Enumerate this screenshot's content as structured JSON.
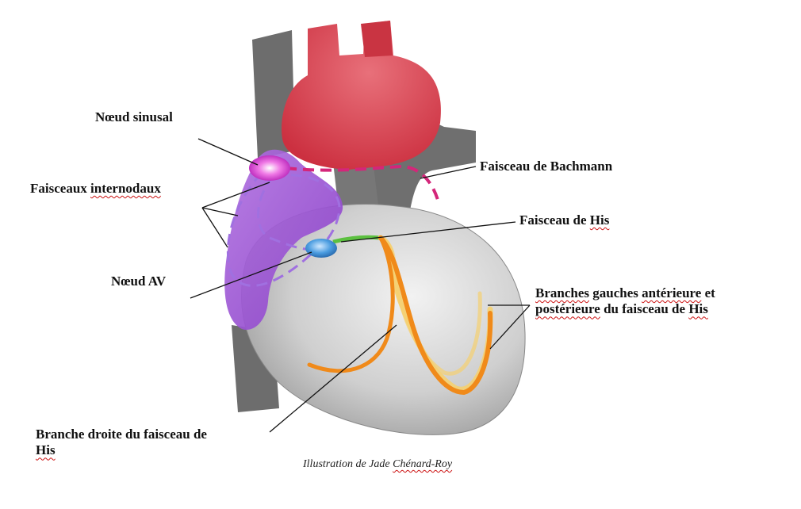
{
  "labels": {
    "sinus_node": "Nœud sinusal",
    "internodal_pre": "Faisceaux ",
    "internodal_sq": "internodaux",
    "bachmann": "Faisceau de Bachmann",
    "his_pre": "Faisceau de ",
    "his_sq": "His",
    "av_node": "Nœud AV",
    "left_branches_line1_sq": "Branches",
    "left_branches_line1_mid": " gauches ",
    "left_branches_line1_sq2": "antérieure",
    "left_branches_line1_post": " et",
    "left_branches_line2_sq": "postérieure",
    "left_branches_line2_mid": " du  faisceau de ",
    "left_branches_line2_sq2": "His",
    "right_branch_line1": "Branche droite du faisceau de",
    "right_branch_line2_sq": "His"
  },
  "caption": {
    "pre": "Illustration de Jade ",
    "sq": "Chénard-Roy"
  },
  "colors": {
    "vessels": "#6d6d6d",
    "aorta": "#d63a47",
    "ventricle": "#cfcfcf",
    "atrium_purple": "#9b59d6",
    "sinus_pink": "#e050d0",
    "bachmann_dash": "#d4267a",
    "av_node_blue": "#4a9ce0",
    "his_green": "#5cc040",
    "branch_orange": "#f08a1a",
    "branch_yellow": "#f5d070"
  }
}
